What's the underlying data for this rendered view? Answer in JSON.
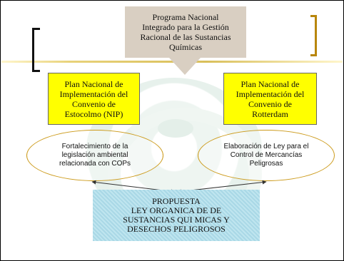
{
  "top_box": {
    "lines": [
      "Programa Nacional",
      "Integrado para la Gestión",
      "Racional de las Sustancias",
      "Químicas"
    ]
  },
  "left_plan": {
    "lines": [
      "Plan Nacional de",
      "Implementación del",
      "Convenio de",
      "Estocolmo (NIP)"
    ]
  },
  "right_plan": {
    "lines": [
      "Plan Nacional de",
      "Implementación del",
      "Convenio de",
      "Rotterdam"
    ]
  },
  "left_oval": {
    "lines": [
      "Fortalecimiento de la",
      "legislación ambiental",
      "relacionada con COPs"
    ]
  },
  "right_oval": {
    "lines": [
      "Elaboración de Ley para el",
      "Control de Mercancías",
      "Peligrosas"
    ]
  },
  "proposal": {
    "lines": [
      "PROPUESTA",
      "LEY ORGANICA DE DE",
      "SUSTANCIAS QUI MICAS Y",
      "DESECHOS PELIGROSOS"
    ]
  },
  "colors": {
    "top_box": "#d9cfc2",
    "plan_box": "#ffff00",
    "oval_border": "#cc9a1a",
    "proposal": "#a9d8e6",
    "bracket_right": "#b8860b"
  }
}
